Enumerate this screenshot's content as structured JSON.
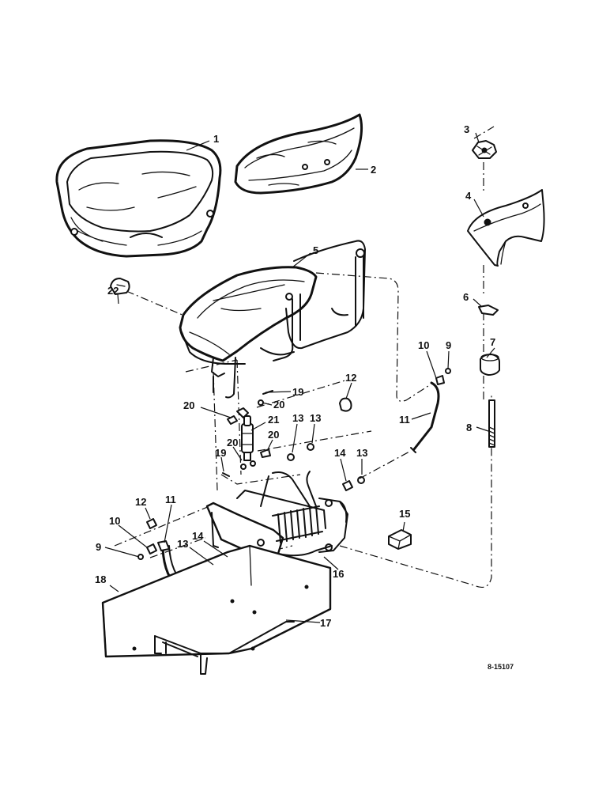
{
  "figure_ref": "8-15107",
  "callouts": {
    "c1": "1",
    "c2": "2",
    "c3": "3",
    "c4": "4",
    "c5": "5",
    "c6": "6",
    "c7": "7",
    "c8": "8",
    "c9a": "9",
    "c9b": "9",
    "c10a": "10",
    "c10b": "10",
    "c11a": "11",
    "c11b": "11",
    "c12a": "12",
    "c12b": "12",
    "c13a": "13",
    "c13b": "13",
    "c13c": "13",
    "c13d": "13",
    "c14a": "14",
    "c14b": "14",
    "c15": "15",
    "c16": "16",
    "c17": "17",
    "c18": "18",
    "c19a": "19",
    "c19b": "19",
    "c20a": "20",
    "c20b": "20",
    "c20c": "20",
    "c20d": "20",
    "c21": "21",
    "c22": "22"
  }
}
